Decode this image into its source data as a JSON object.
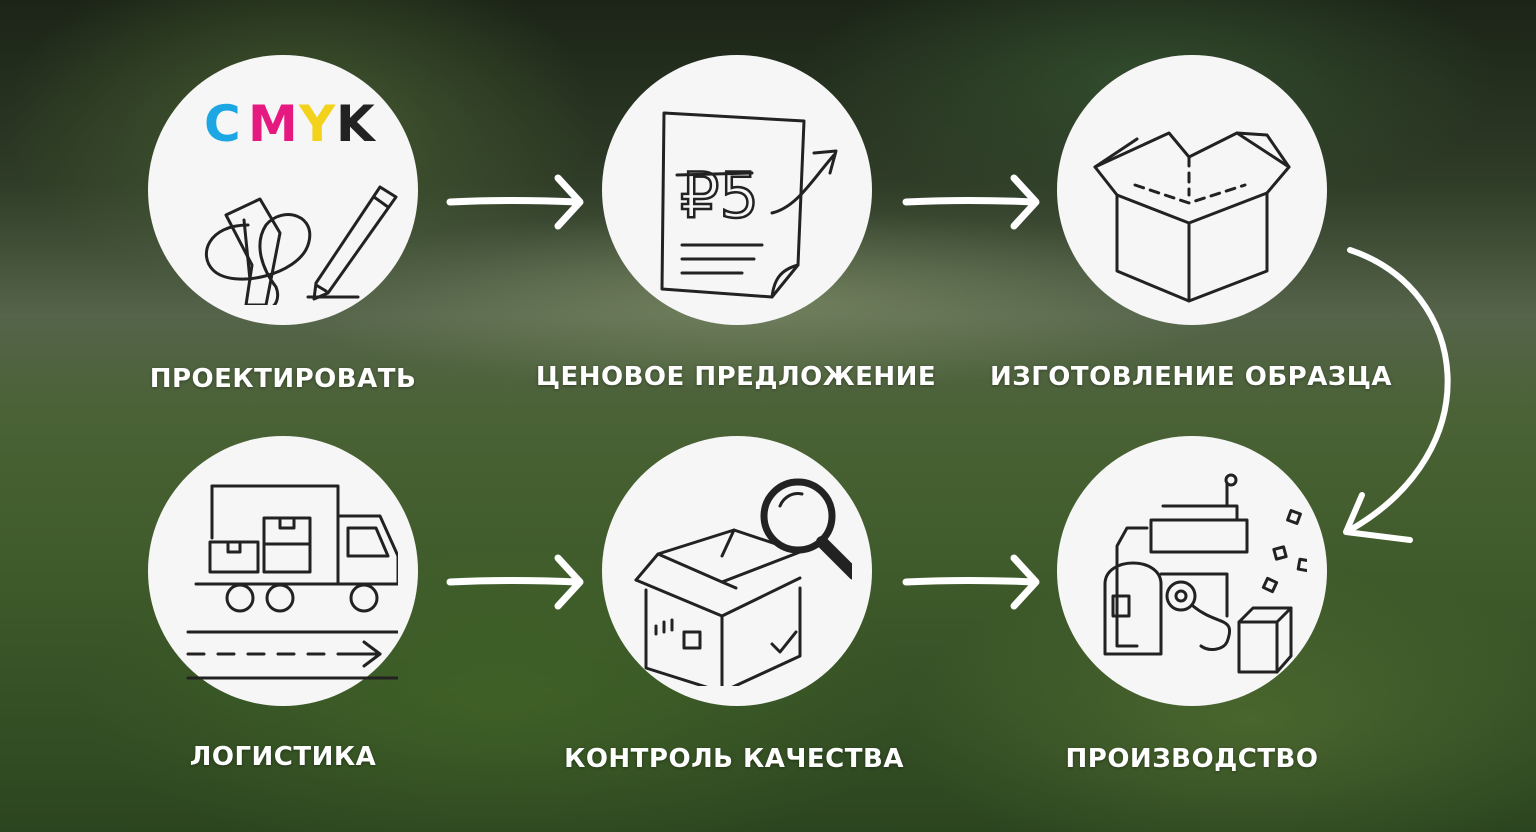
{
  "steps": {
    "design": {
      "label": "ПРОЕКТИРОВАТЬ",
      "icon": "design-pencil-icon"
    },
    "quote": {
      "label": "ЦЕНОВОЕ ПРЕДЛОЖЕНИЕ",
      "icon": "price-document-icon",
      "price_text": "₽5"
    },
    "sample": {
      "label": "ИЗГОТОВЛЕНИЕ ОБРАЗЦА",
      "icon": "open-box-icon"
    },
    "production": {
      "label": "ПРОИЗВОДСТВО",
      "icon": "production-machine-icon"
    },
    "quality": {
      "label": "КОНТРОЛЬ КАЧЕСТВА",
      "icon": "box-magnifier-icon"
    },
    "logistics": {
      "label": "ЛОГИСТИКА",
      "icon": "delivery-truck-icon"
    }
  },
  "cmyk": {
    "c": "C",
    "m": "M",
    "y": "Y",
    "k": "K"
  },
  "colors": {
    "cyan": "#1ca6e3",
    "magenta": "#e5197f",
    "yellow": "#f2d21b",
    "black": "#222222",
    "circle": "#f6f6f6",
    "label": "#ffffff",
    "arrow": "#ffffff"
  }
}
